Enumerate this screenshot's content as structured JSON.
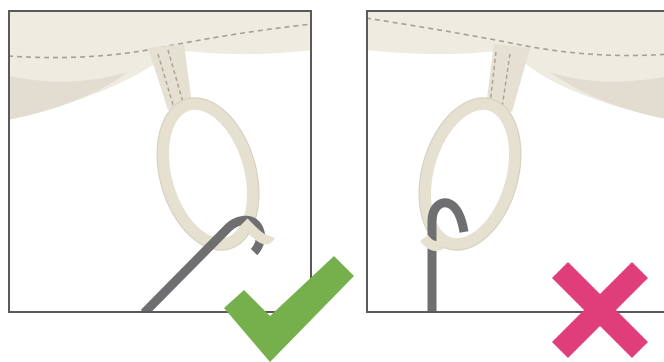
{
  "illustration": {
    "panels": [
      {
        "id": "correct-hook",
        "result": "correct",
        "result_icon": "checkmark-icon"
      },
      {
        "id": "incorrect-hook",
        "result": "incorrect",
        "result_icon": "cross-icon"
      }
    ],
    "colors": {
      "fabric": "#eeebe0",
      "fabric_shadow": "#dad4c4",
      "stitching": "#a6a090",
      "hook": "#6f6f72",
      "frame": "#5a5a5a",
      "check": "#75b04c",
      "cross": "#e03e7a",
      "background": "#ffffff"
    }
  }
}
